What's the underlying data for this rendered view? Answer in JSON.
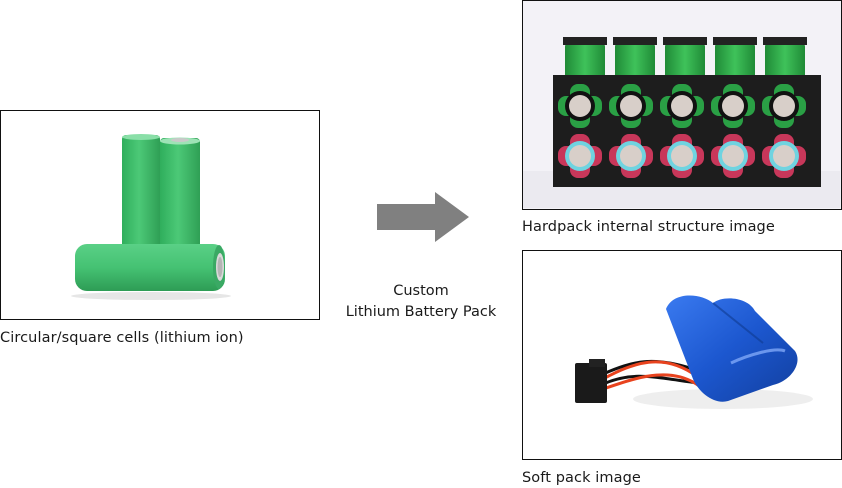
{
  "source": {
    "caption": "Circular/square cells (lithium ion)",
    "image": "cylindrical-cells-photo"
  },
  "transform": {
    "arrow_icon": "right-arrow-icon",
    "label_line1": "Custom",
    "label_line2": "Lithium Battery Pack",
    "arrow_color": "#808080"
  },
  "outputs": [
    {
      "caption": "Hardpack internal structure image",
      "image": "hardpack-battery-photo"
    },
    {
      "caption": "Soft pack image",
      "image": "softpack-battery-photo"
    }
  ],
  "colors": {
    "cell_green": "#3dbf6a",
    "pack_blue": "#1f5fd6",
    "holder_black": "#1c1c1c",
    "wire_red": "#e8431e",
    "ring_cyan": "#6fd3e0",
    "ring_red": "#c8375a"
  }
}
